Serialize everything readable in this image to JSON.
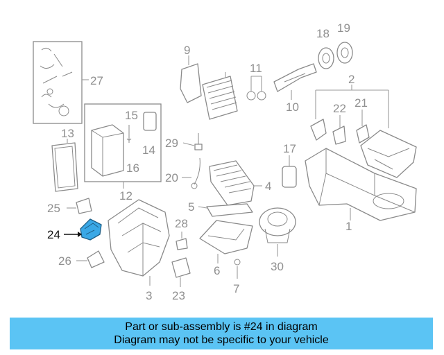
{
  "diagram": {
    "callouts": {
      "c1": "1",
      "c2": "2",
      "c3": "3",
      "c4": "4",
      "c5": "5",
      "c6": "6",
      "c7": "7",
      "c9": "9",
      "c10": "10",
      "c11": "11",
      "c12": "12",
      "c13": "13",
      "c14": "14",
      "c15": "15",
      "c16": "16",
      "c17": "17",
      "c18": "18",
      "c19": "19",
      "c20": "20",
      "c21": "21",
      "c22": "22",
      "c23": "23",
      "c24": "24",
      "c25": "25",
      "c26": "26",
      "c27": "27",
      "c28": "28",
      "c29": "29",
      "c30": "30"
    },
    "highlighted_part": "24",
    "highlight_color": "#3aa8e6"
  },
  "banner": {
    "line1": "Part or sub-assembly is #24 in diagram",
    "line2": "Diagram may not be specific to your vehicle",
    "background": "#5bc4f4"
  }
}
